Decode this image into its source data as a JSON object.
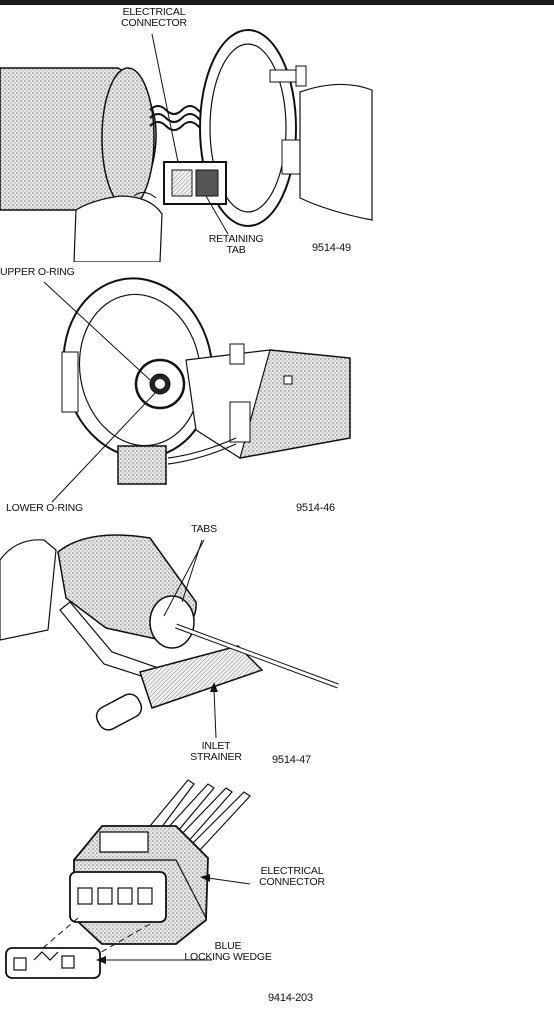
{
  "figures": [
    {
      "id": "9514-49",
      "labels": {
        "electrical_connector": "ELECTRICAL\nCONNECTOR",
        "retaining_tab": "RETAINING\nTAB"
      }
    },
    {
      "id": "9514-46",
      "labels": {
        "upper_oring": "UPPER O-RING",
        "lower_oring": "LOWER O-RING"
      }
    },
    {
      "id": "9514-47",
      "labels": {
        "tabs": "TABS",
        "inlet_strainer": "INLET\nSTRAINER"
      }
    },
    {
      "id": "9414-203",
      "labels": {
        "electrical_connector": "ELECTRICAL\nCONNECTOR",
        "blue_locking_wedge": "BLUE\nLOCKING WEDGE"
      }
    }
  ]
}
